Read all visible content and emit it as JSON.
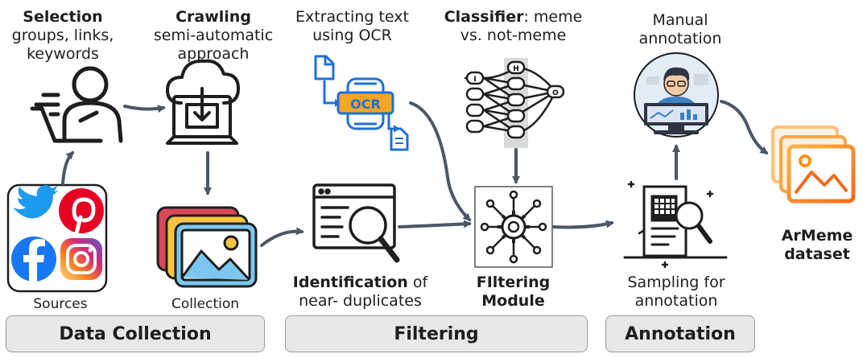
{
  "labels": {
    "selection_bold": "Selection",
    "selection_rest_1": "groups, links,",
    "selection_rest_2": "keywords",
    "crawling_bold": "Crawling",
    "crawling_rest_1": "semi-automatic",
    "crawling_rest_2": "approach",
    "ocr_1": "Extracting text",
    "ocr_2": "using OCR",
    "classifier_bold": "Classifier",
    "classifier_rest_1": ": meme",
    "classifier_rest_2": "vs. not-meme",
    "manual_1": "Manual",
    "manual_2": "annotation",
    "sources": "Sources",
    "collection": "Collection",
    "identification_bold": "Identification",
    "identification_rest_1": " of",
    "identification_rest_2": "near- duplicates",
    "filtering_module_1": "FIltering",
    "filtering_module_2": "Module",
    "sampling_1": "Sampling for",
    "sampling_2": "annotation",
    "armeme_1": "ArMeme",
    "armeme_2": "dataset",
    "ocr_badge": "OCR",
    "node_i": "I",
    "node_h": "H",
    "node_o": "O"
  },
  "stages": {
    "data_collection": "Data Collection",
    "filtering": "Filtering",
    "annotation": "Annotation"
  },
  "colors": {
    "arrow": "#4d5766",
    "twitter": "#1d9bf0",
    "pinterest": "#e60023",
    "facebook": "#1877f2",
    "ocr_blue": "#1e6fd9",
    "ocr_orange": "#f5a623",
    "dataset_orange": "#f7941d"
  }
}
